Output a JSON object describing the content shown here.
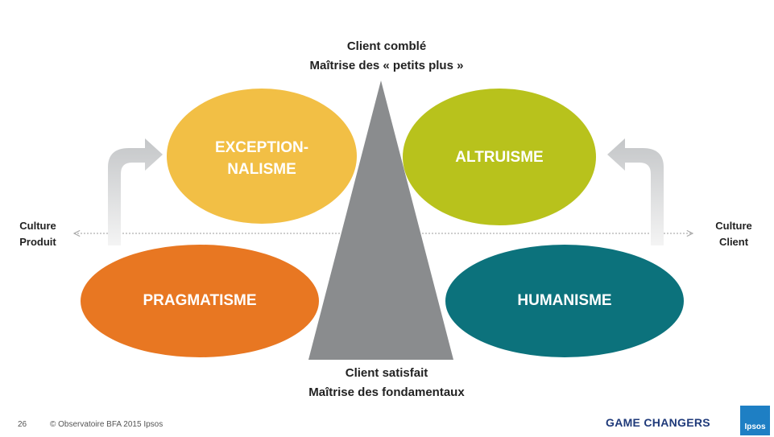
{
  "captions": {
    "top_line1": "Client comblé",
    "top_line2": "Maîtrise des « petits plus »",
    "bottom_line1": "Client satisfait",
    "bottom_line2": "Maîtrise des fondamentaux"
  },
  "axis": {
    "left_line1": "Culture",
    "left_line2": "Produit",
    "right_line1": "Culture",
    "right_line2": "Client"
  },
  "ellipses": {
    "exceptionnalisme": {
      "line1": "EXCEPTION-",
      "line2": "NALISME",
      "color": "#f2bf45"
    },
    "altruisme": {
      "label": "ALTRUISME",
      "color": "#b8c21c"
    },
    "pragmatisme": {
      "label": "PRAGMATISME",
      "color": "#e87722"
    },
    "humanisme": {
      "label": "HUMANISME",
      "color": "#0c727c"
    }
  },
  "colors": {
    "triangle": "#8a8c8e",
    "arrow_gradient_top": "#c4c6c8",
    "arrow_gradient_bottom": "#f2f2f2",
    "axis_line": "#b0b0b0"
  },
  "footer": {
    "page_number": "26",
    "copyright": "© Observatoire BFA 2015 Ipsos",
    "brand": "GAME CHANGERS",
    "logo_text": "Ipsos"
  }
}
